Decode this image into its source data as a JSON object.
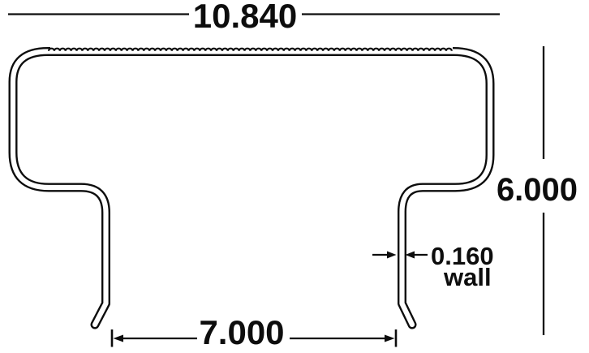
{
  "page": {
    "background": "#ffffff",
    "line_color": "#0d0d0d",
    "description": "Cross-section drawing of T-shaped thin-wall profile with serrated top"
  },
  "annotations": {
    "top_width": "10.840",
    "overall_height": "6.000",
    "wall_thickness": "0.160",
    "wall_word": "wall",
    "leg_span": "7.000"
  },
  "dimensions_numeric": {
    "top_width": 10.84,
    "overall_height": 6.0,
    "wall_thickness": 0.16,
    "leg_span": 7.0
  }
}
